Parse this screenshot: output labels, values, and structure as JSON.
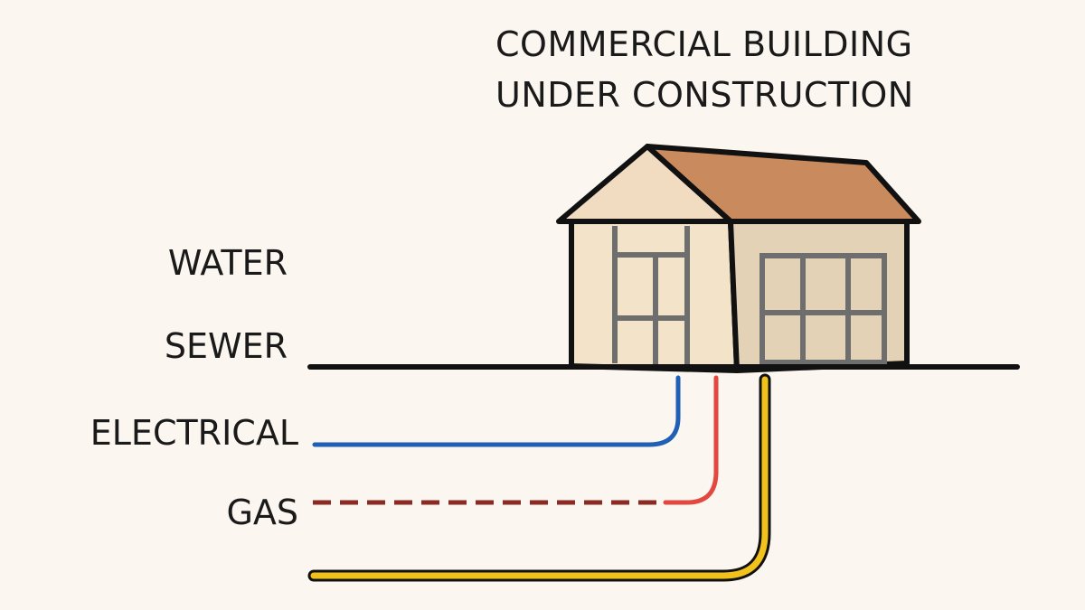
{
  "title": {
    "line1": "COMMERCIAL BUILDING",
    "line2": "UNDER CONSTRUCTION"
  },
  "labels": {
    "water": "WATER",
    "sewer": "SEWER",
    "electrical": "ELECTRICAL",
    "gas": "GAS"
  },
  "colors": {
    "background": "#fbf6ef",
    "outline": "#111111",
    "roof_front": "#f1dcc2",
    "roof_side": "#c98a5e",
    "wall_front": "#f2e3c9",
    "wall_side": "#e4d2b6",
    "window_frame": "#6e6e6e",
    "blue_line": "#1f5fb5",
    "red_line": "#e2483f",
    "gas_dashed": "#8a2a22",
    "yellow_line": "#f1c21b"
  }
}
